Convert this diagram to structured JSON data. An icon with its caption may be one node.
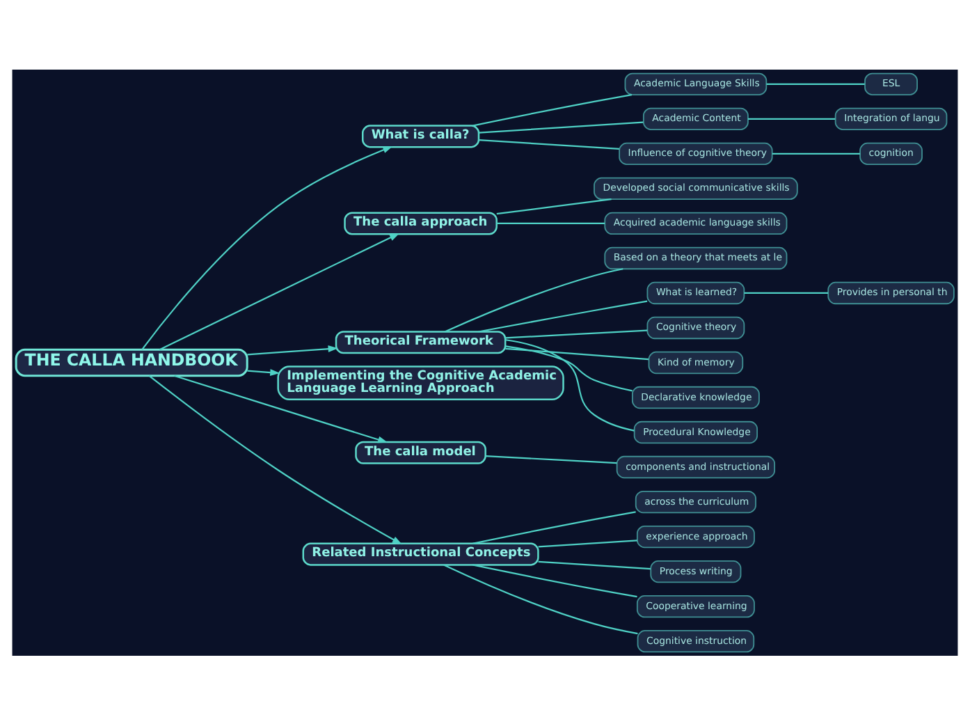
{
  "diagram": {
    "nodes": [
      {
        "text": [
          "THE CALLA HANDBOOK"
        ]
      },
      {
        "text": [
          "What is calla?"
        ]
      },
      {
        "text": [
          "Academic Language Skills"
        ]
      },
      {
        "text": [
          "ESL"
        ]
      },
      {
        "text": [
          "Academic Content"
        ]
      },
      {
        "text": [
          "Integration of langu"
        ]
      },
      {
        "text": [
          "Influence of cognitive theory"
        ]
      },
      {
        "text": [
          "cognition"
        ]
      },
      {
        "text": [
          "The calla approach"
        ]
      },
      {
        "text": [
          "Developed social communicative skills"
        ]
      },
      {
        "text": [
          "Acquired academic language skills"
        ]
      },
      {
        "text": [
          "Theorical Framework"
        ]
      },
      {
        "text": [
          "Based on a theory that meets at le"
        ]
      },
      {
        "text": [
          "What is learned?"
        ]
      },
      {
        "text": [
          "Provides in personal th"
        ]
      },
      {
        "text": [
          "Cognitive theory"
        ]
      },
      {
        "text": [
          "Kind of memory"
        ]
      },
      {
        "text": [
          "Declarative knowledge"
        ]
      },
      {
        "text": [
          "Procedural Knowledge"
        ]
      },
      {
        "text": [
          "Implementing the Cognitive Academic Language Learning Approach"
        ]
      },
      {
        "text": [
          "The calla model"
        ]
      },
      {
        "text": [
          "components and instructional"
        ]
      },
      {
        "text": [
          "Related Instructional Concepts"
        ]
      },
      {
        "text": [
          "across the curriculum"
        ]
      },
      {
        "text": [
          "experience approach"
        ]
      },
      {
        "text": [
          "Process writing"
        ]
      },
      {
        "text": [
          "Cooperative learning"
        ]
      },
      {
        "text": [
          "Cognitive instruction"
        ]
      }
    ],
    "edges": [
      {
        "from": 0,
        "to": 1,
        "arrow": "to"
      },
      {
        "from": 1,
        "to": 2,
        "arrow": "none"
      },
      {
        "from": 2,
        "to": 3,
        "arrow": "none"
      },
      {
        "from": 1,
        "to": 4,
        "arrow": "none"
      },
      {
        "from": 4,
        "to": 5,
        "arrow": "none"
      },
      {
        "from": 1,
        "to": 6,
        "arrow": "none"
      },
      {
        "from": 6,
        "to": 7,
        "arrow": "none"
      },
      {
        "from": 0,
        "to": 8,
        "arrow": "to"
      },
      {
        "from": 8,
        "to": 9,
        "arrow": "none"
      },
      {
        "from": 8,
        "to": 10,
        "arrow": "none"
      },
      {
        "from": 0,
        "to": 11,
        "arrow": "to"
      },
      {
        "from": 11,
        "to": 12,
        "arrow": "none"
      },
      {
        "from": 11,
        "to": 13,
        "arrow": "none"
      },
      {
        "from": 13,
        "to": 14,
        "arrow": "none"
      },
      {
        "from": 11,
        "to": 15,
        "arrow": "none"
      },
      {
        "from": 11,
        "to": 16,
        "arrow": "none"
      },
      {
        "from": 11,
        "to": 17,
        "arrow": "none"
      },
      {
        "from": 11,
        "to": 18,
        "arrow": "none"
      },
      {
        "from": 0,
        "to": 19,
        "arrow": "to"
      },
      {
        "from": 0,
        "to": 20,
        "arrow": "to"
      },
      {
        "from": 20,
        "to": 21,
        "arrow": "none"
      },
      {
        "from": 0,
        "to": 22,
        "arrow": "to"
      },
      {
        "from": 22,
        "to": 23,
        "arrow": "none"
      },
      {
        "from": 22,
        "to": 24,
        "arrow": "none"
      },
      {
        "from": 22,
        "to": 25,
        "arrow": "none"
      },
      {
        "from": 22,
        "to": 26,
        "arrow": "none"
      },
      {
        "from": 22,
        "to": 27,
        "arrow": "none"
      }
    ]
  }
}
